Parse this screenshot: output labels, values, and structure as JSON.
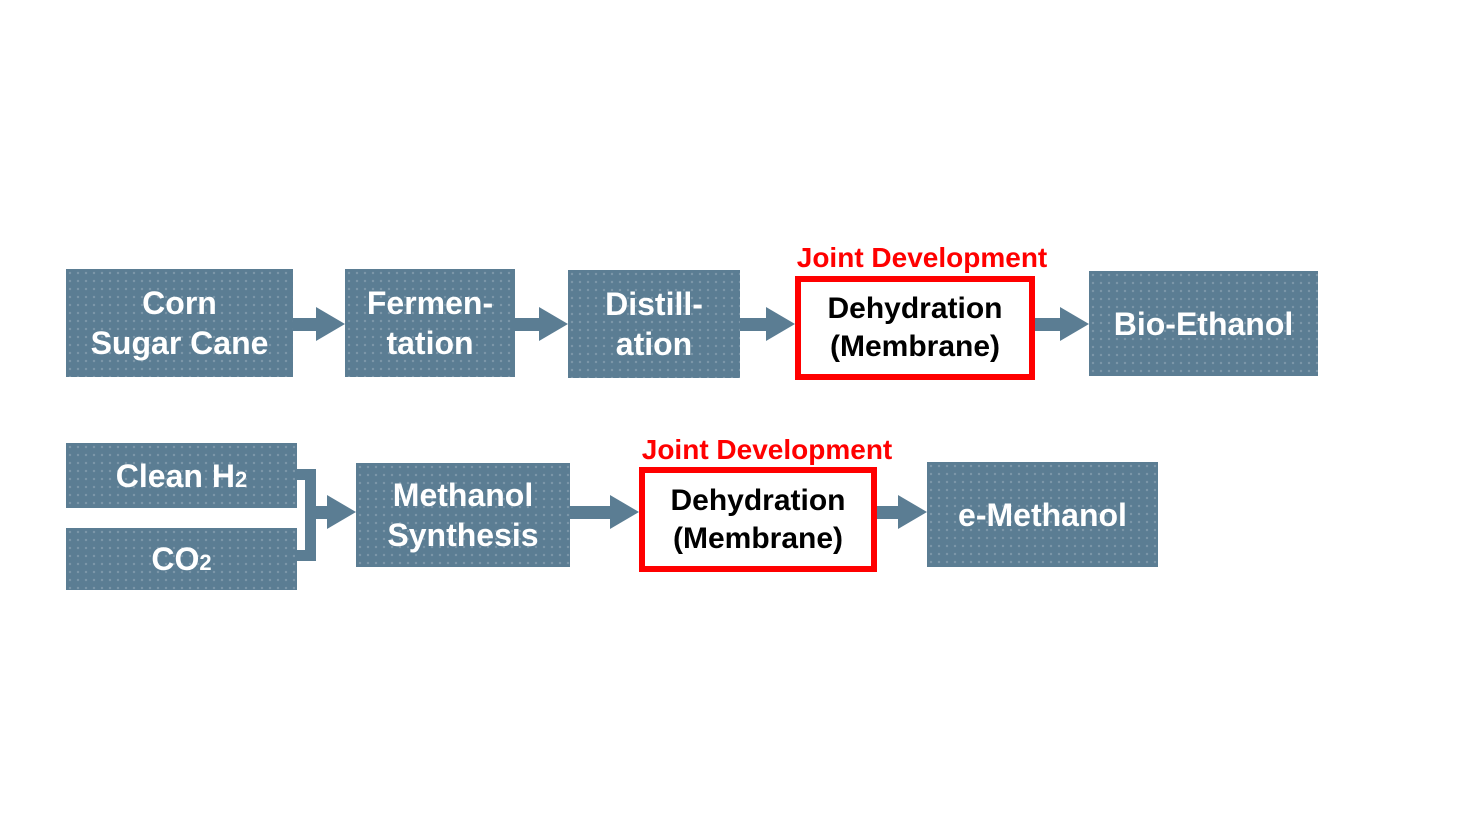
{
  "diagram": {
    "colors": {
      "background": "#ffffff",
      "box_fill": "#5b7d93",
      "box_text": "#ffffff",
      "highlight_border": "#ff0000",
      "highlight_text": "#000000",
      "label_red": "#ff0000"
    },
    "flow1": {
      "joint_development_label": "Joint Development",
      "corn": {
        "line1": "Corn",
        "line2": "Sugar Cane"
      },
      "fermentation": {
        "line1": "Fermen-",
        "line2": "tation"
      },
      "distillation": {
        "line1": "Distill-",
        "line2": "ation"
      },
      "dehydration": {
        "line1": "Dehydration",
        "line2": "(Membrane)"
      },
      "output": "Bio-Ethanol"
    },
    "flow2": {
      "joint_development_label": "Joint Development",
      "clean_h2": {
        "text": "Clean H",
        "sub": "2"
      },
      "co2": {
        "text": "CO",
        "sub": "2"
      },
      "methanol_synthesis": {
        "line1": "Methanol",
        "line2": "Synthesis"
      },
      "dehydration": {
        "line1": "Dehydration",
        "line2": "(Membrane)"
      },
      "output": "e-Methanol"
    }
  }
}
